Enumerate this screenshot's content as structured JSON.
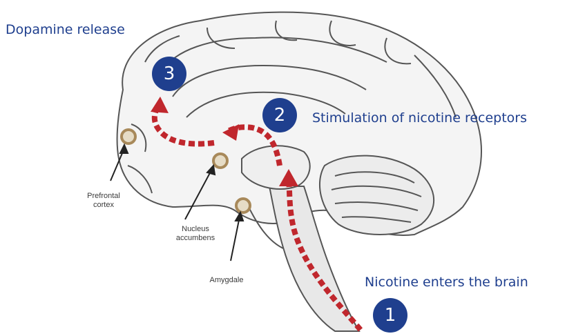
{
  "labels": {
    "dopamine": "Dopamine release",
    "stimulation": "Stimulation of nicotine receptors",
    "enters": "Nicotine enters the brain"
  },
  "steps": [
    "1",
    "2",
    "3"
  ],
  "regions": {
    "prefrontal_line1": "Prefrontal",
    "prefrontal_line2": "cortex",
    "nucleus_line1": "Nucleus",
    "nucleus_line2": "accumbens",
    "amygdale": "Amygdale"
  },
  "colors": {
    "accent": "#1f3f8e",
    "pathway": "#c0272d",
    "region_marker": "#a8895a"
  }
}
